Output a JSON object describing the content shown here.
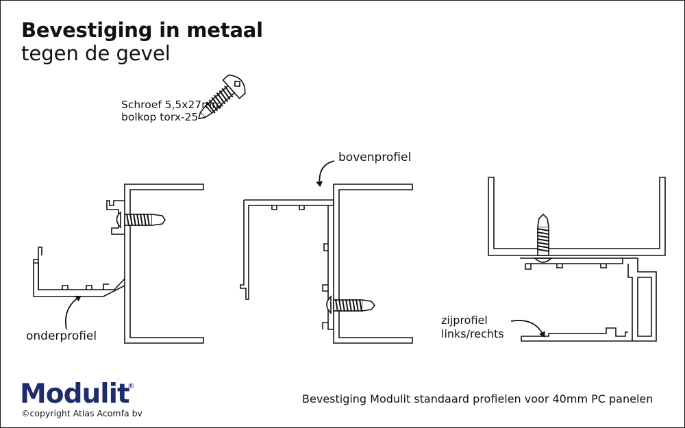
{
  "title": {
    "main": "Bevestiging in metaal",
    "sub": "tegen de gevel"
  },
  "screw": {
    "line1": "Schroef 5,5x27mm",
    "line2": "bolkop torx-25"
  },
  "labels": {
    "bovenprofiel": "bovenprofiel",
    "onderprofiel": "onderprofiel",
    "zijprofiel_line1": "zijprofiel",
    "zijprofiel_line2": "links/rechts"
  },
  "brand": {
    "logo": "Modulit",
    "registered": "®",
    "copyright": "©copyright Atlas Acomfa bv",
    "logo_color": "#1f2c6b"
  },
  "caption": "Bevestiging Modulit standaard profielen voor 40mm PC panelen"
}
